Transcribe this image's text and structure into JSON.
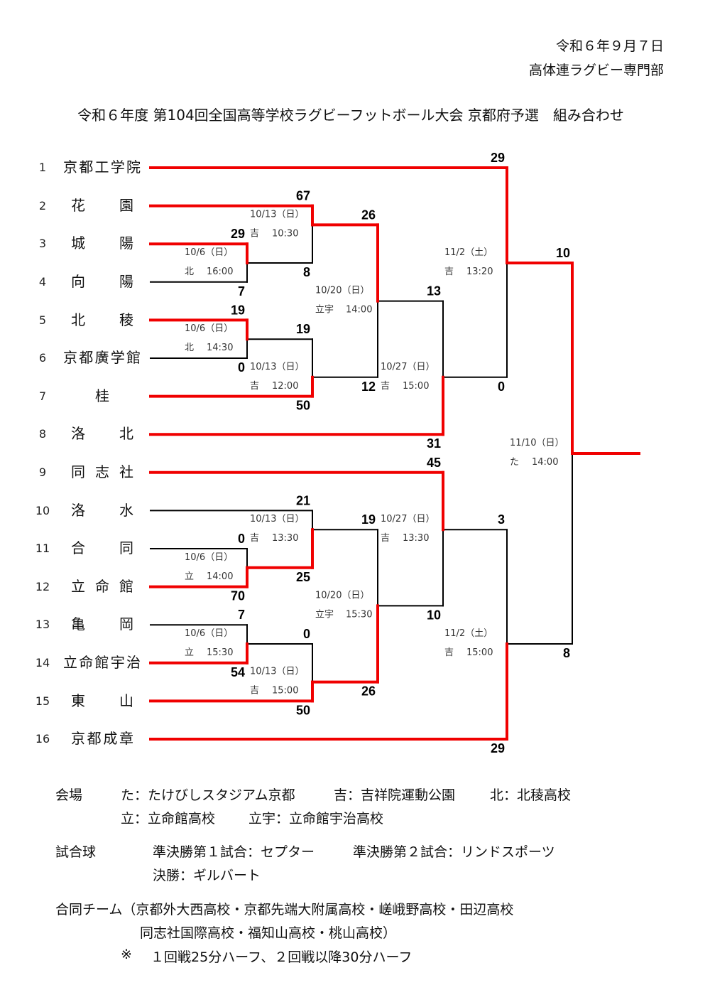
{
  "header": {
    "date": "令和６年９月７日",
    "organizer": "高体連ラグビー専門部",
    "title": "令和６年度 第104回全国高等学校ラグビーフットボール大会 京都府予選　組み合わせ"
  },
  "colors": {
    "winner_line": "#f00000",
    "bracket_line": "#000000"
  },
  "teams": [
    {
      "seed": "1",
      "name": "京都工学院"
    },
    {
      "seed": "2",
      "name": "花園"
    },
    {
      "seed": "3",
      "name": "城陽"
    },
    {
      "seed": "4",
      "name": "向陽"
    },
    {
      "seed": "5",
      "name": "北稜"
    },
    {
      "seed": "6",
      "name": "京都廣学館"
    },
    {
      "seed": "7",
      "name": "桂"
    },
    {
      "seed": "8",
      "name": "洛北"
    },
    {
      "seed": "9",
      "name": "同志社"
    },
    {
      "seed": "10",
      "name": "洛水"
    },
    {
      "seed": "11",
      "name": "合同"
    },
    {
      "seed": "12",
      "name": "立命館"
    },
    {
      "seed": "13",
      "name": "亀岡"
    },
    {
      "seed": "14",
      "name": "立命館宇治"
    },
    {
      "seed": "15",
      "name": "東山"
    },
    {
      "seed": "16",
      "name": "京都成章"
    }
  ],
  "matches": [
    {
      "id": "m1",
      "round": 1,
      "top": {
        "team": 3
      },
      "bottom": {
        "team": 4
      },
      "score": [
        29,
        7
      ],
      "date": "10/6（日）",
      "venue": "北",
      "time": "16:00"
    },
    {
      "id": "m2",
      "round": 1,
      "top": {
        "team": 5
      },
      "bottom": {
        "team": 6
      },
      "score": [
        19,
        0
      ],
      "date": "10/6（日）",
      "venue": "北",
      "time": "14:30"
    },
    {
      "id": "m3",
      "round": 1,
      "top": {
        "team": 11
      },
      "bottom": {
        "team": 12
      },
      "score": [
        0,
        70
      ],
      "date": "10/6（日）",
      "venue": "立",
      "time": "14:00"
    },
    {
      "id": "m4",
      "round": 1,
      "top": {
        "team": 13
      },
      "bottom": {
        "team": 14
      },
      "score": [
        7,
        54
      ],
      "date": "10/6（日）",
      "venue": "立",
      "time": "15:30"
    },
    {
      "id": "m5",
      "round": 2,
      "top": {
        "team": 2
      },
      "bottom": {
        "match": "m1"
      },
      "score": [
        67,
        8
      ],
      "date": "10/13（日）",
      "venue": "吉",
      "time": "10:30"
    },
    {
      "id": "m6",
      "round": 2,
      "top": {
        "match": "m2"
      },
      "bottom": {
        "team": 7
      },
      "score": [
        19,
        50
      ],
      "date": "10/13（日）",
      "venue": "吉",
      "time": "12:00"
    },
    {
      "id": "m7",
      "round": 2,
      "top": {
        "team": 10
      },
      "bottom": {
        "match": "m3"
      },
      "score": [
        21,
        25
      ],
      "date": "10/13（日）",
      "venue": "吉",
      "time": "13:30"
    },
    {
      "id": "m8",
      "round": 2,
      "top": {
        "match": "m4"
      },
      "bottom": {
        "team": 15
      },
      "score": [
        0,
        50
      ],
      "date": "10/13（日）",
      "venue": "吉",
      "time": "15:00"
    },
    {
      "id": "m9",
      "round": 3,
      "top": {
        "match": "m5"
      },
      "bottom": {
        "match": "m6"
      },
      "score": [
        26,
        12
      ],
      "date": "10/20（日）",
      "venue": "立宇",
      "time": "14:00"
    },
    {
      "id": "m10",
      "round": 3,
      "top": {
        "match": "m7"
      },
      "bottom": {
        "match": "m8"
      },
      "score": [
        19,
        26
      ],
      "date": "10/20（日）",
      "venue": "立宇",
      "time": "15:30"
    },
    {
      "id": "m11",
      "round": 4,
      "top": {
        "match": "m9"
      },
      "bottom": {
        "team": 8
      },
      "score": [
        13,
        31
      ],
      "date": "10/27（日）",
      "venue": "吉",
      "time": "15:00"
    },
    {
      "id": "m12",
      "round": 4,
      "top": {
        "team": 9
      },
      "bottom": {
        "match": "m10"
      },
      "score": [
        45,
        10
      ],
      "date": "10/27（日）",
      "venue": "吉",
      "time": "13:30"
    },
    {
      "id": "m13",
      "round": 5,
      "top": {
        "team": 1
      },
      "bottom": {
        "match": "m11"
      },
      "score": [
        29,
        0
      ],
      "date": "11/2（土）",
      "venue": "吉",
      "time": "13:20"
    },
    {
      "id": "m14",
      "round": 5,
      "top": {
        "match": "m12"
      },
      "bottom": {
        "team": 16
      },
      "score": [
        3,
        29
      ],
      "date": "11/2（土）",
      "venue": "吉",
      "time": "15:00"
    },
    {
      "id": "m15",
      "round": 6,
      "top": {
        "match": "m13"
      },
      "bottom": {
        "match": "m14"
      },
      "score": [
        10,
        8
      ],
      "date": "11/10（日）",
      "venue": "た",
      "time": "14:00"
    }
  ],
  "notes": {
    "venues": {
      "label": "会場",
      "items": [
        "た：たけびしスタジアム京都",
        "吉：吉祥院運動公園",
        "北：北稜高校",
        "立：立命館高校",
        "立宇：立命館宇治高校"
      ]
    },
    "balls": {
      "label": "試合球",
      "items": [
        "準決勝第１試合：セプター",
        "準決勝第２試合：リンドスポーツ",
        "決勝：ギルバート"
      ]
    },
    "joint_team": {
      "line1": "合同チーム（京都外大西高校・京都先端大附属高校・嵯峨野高校・田辺高校",
      "line2": "同志社国際高校・福知山高校・桃山高校）"
    },
    "remark": {
      "symbol": "※",
      "text": "１回戦25分ハーフ、２回戦以降30分ハーフ"
    }
  }
}
